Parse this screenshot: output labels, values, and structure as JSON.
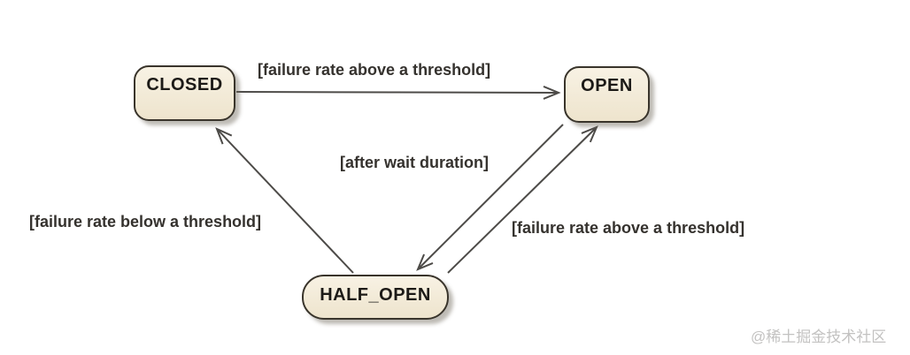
{
  "diagram": {
    "type": "state-diagram",
    "states": [
      {
        "id": "closed",
        "label": "CLOSED"
      },
      {
        "id": "open",
        "label": "OPEN"
      },
      {
        "id": "half_open",
        "label": "HALF_OPEN"
      }
    ],
    "transitions": [
      {
        "from": "CLOSED",
        "to": "OPEN",
        "label": "[failure rate above a threshold]"
      },
      {
        "from": "OPEN",
        "to": "HALF_OPEN",
        "label": "[after wait duration]"
      },
      {
        "from": "HALF_OPEN",
        "to": "OPEN",
        "label": "[failure rate above a threshold]"
      },
      {
        "from": "HALF_OPEN",
        "to": "CLOSED",
        "label": "[failure rate below a threshold]"
      }
    ],
    "colors": {
      "state_fill": "#f2ead7",
      "state_border": "#39342b",
      "arrow": "#4d4b48",
      "label_text": "#35322e",
      "watermark": "#c3c2c1",
      "background": "#ffffff"
    }
  },
  "watermark": {
    "text": "@稀土掘金技术社区"
  }
}
